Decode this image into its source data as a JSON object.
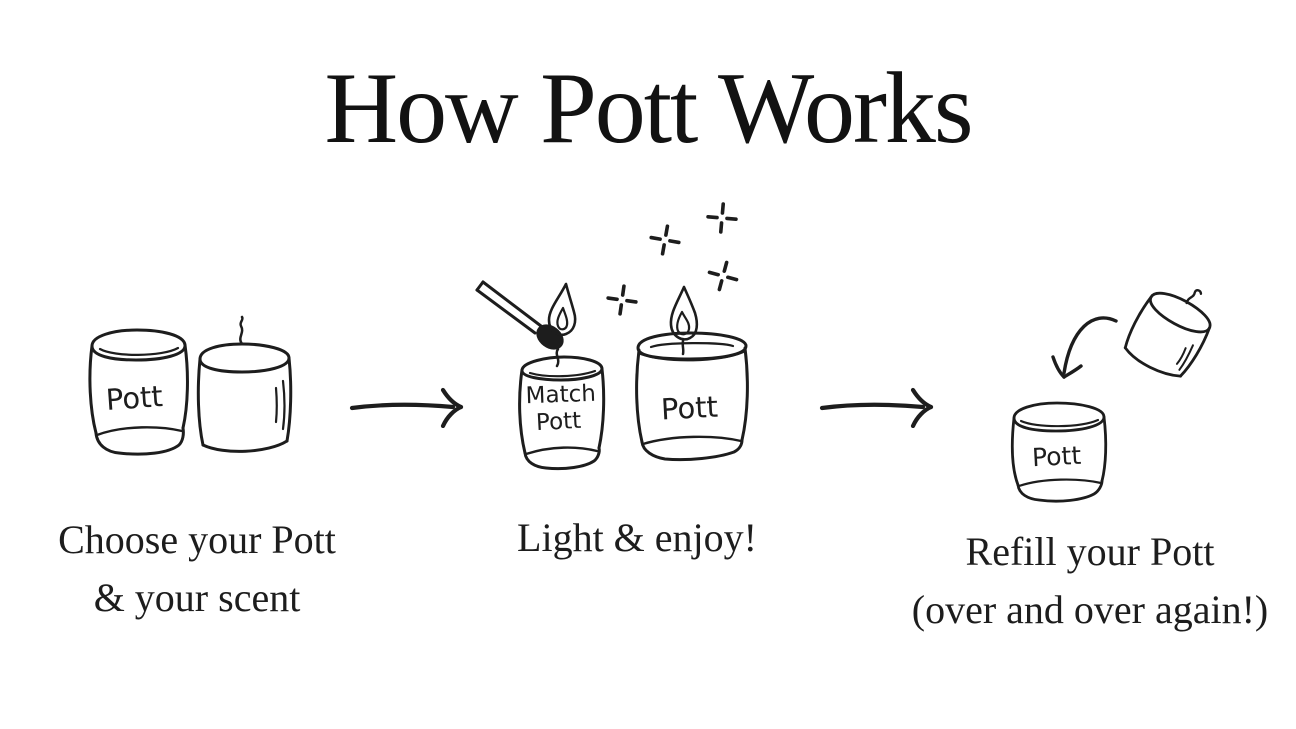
{
  "colors": {
    "background": "#ffffff",
    "ink": "#1d1d1d"
  },
  "title": "How Pott Works",
  "steps": [
    {
      "id": "choose",
      "caption": [
        "Choose your Pott",
        "& your scent"
      ],
      "illustration": {
        "icons": [
          "pott-vessel",
          "scent-refill-candle-with-wick"
        ],
        "pot_label": "Pott"
      }
    },
    {
      "id": "light",
      "caption": [
        "Light & enjoy!"
      ],
      "illustration": {
        "icons": [
          "lit-match",
          "match-flame",
          "match-pott-candle",
          "lit-pott-candle",
          "sparkles"
        ],
        "match_pot_label": [
          "Match",
          "Pott"
        ],
        "pot_label": "Pott"
      }
    },
    {
      "id": "refill",
      "caption": [
        "Refill your Pott",
        "(over and over again!)"
      ],
      "illustration": {
        "icons": [
          "falling-candle-refill",
          "curved-down-arrow",
          "pott-vessel"
        ],
        "pot_label": "Pott"
      }
    }
  ],
  "connectors": [
    {
      "icon": "right-arrow"
    },
    {
      "icon": "right-arrow"
    }
  ]
}
